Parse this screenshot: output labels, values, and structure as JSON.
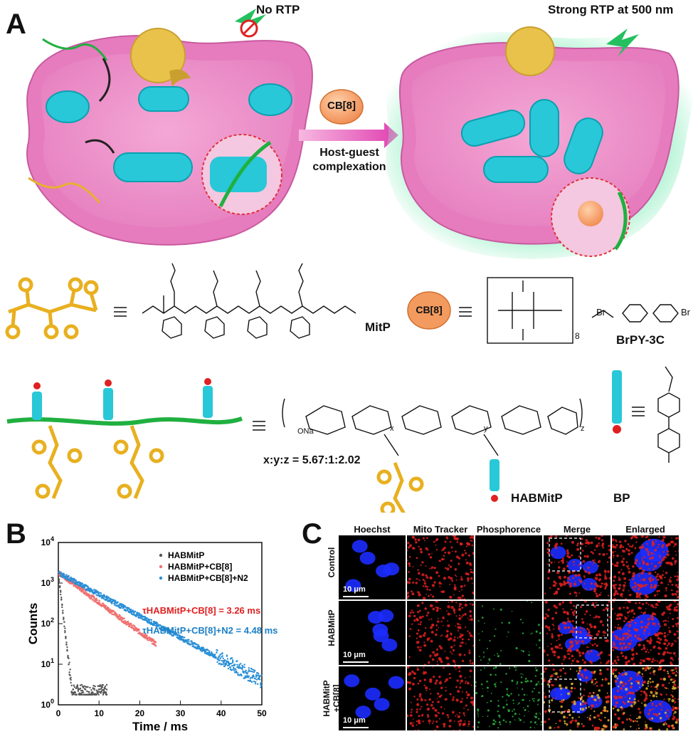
{
  "panels": {
    "a": "A",
    "b": "B",
    "c": "C"
  },
  "panel_a": {
    "no_rtp": "No RTP",
    "strong_rtp": "Strong RTP at 500 nm",
    "cb8_label": "CB[8]",
    "arrow_text_line1": "Host-guest",
    "arrow_text_line2": "complexation"
  },
  "chemistry": {
    "mitp_label": "MitP",
    "cb8_label": "CB[8]",
    "brpy_label": "BrPY-3C",
    "ratio": "x:y:z = 5.67:1:2.02",
    "habmitp_label": "HABMitP",
    "bp_label": "BP",
    "brpy_br_left": "Br",
    "brpy_br_right": "Br",
    "cb8_sub": "8",
    "x_sub": "x",
    "y_sub": "y",
    "z_sub": "z",
    "ona": "ONa"
  },
  "chart_data": {
    "type": "scatter",
    "xlabel": "Time / ms",
    "ylabel": "Counts",
    "xlim": [
      0,
      50
    ],
    "ylim_log10": [
      0,
      4
    ],
    "yscale": "log",
    "x_ticks": [
      0,
      10,
      20,
      30,
      40,
      50
    ],
    "y_ticks": [
      "10^0",
      "10^1",
      "10^2",
      "10^3",
      "10^4"
    ],
    "legend_position": "top-right",
    "series": [
      {
        "name": "HABMitP",
        "color": "#555555",
        "decay_tau_ms": 0.5,
        "end_ms": 12
      },
      {
        "name": "HABMitP+CB[8]",
        "color": "#f07070",
        "decay_tau_ms": 3.26,
        "end_ms": 24
      },
      {
        "name": "HABMitP+CB[8]+N2",
        "color": "#2a8fd6",
        "decay_tau_ms": 4.48,
        "end_ms": 50
      }
    ],
    "annotations": [
      {
        "text": "τHABMitP+CB[8] = 3.26 ms",
        "color": "#e02020"
      },
      {
        "text": "τHABMitP+CB[8]+N2 = 4.48 ms",
        "color": "#1a7fc6"
      }
    ]
  },
  "panel_c": {
    "columns": [
      "Hoechst",
      "Mito Tracker",
      "Phosphorence",
      "Merge",
      "Enlarged"
    ],
    "rows": [
      "Control",
      "HABMitP",
      "HABMitP\n+CB[8]"
    ],
    "scalebar": "10 μm"
  }
}
